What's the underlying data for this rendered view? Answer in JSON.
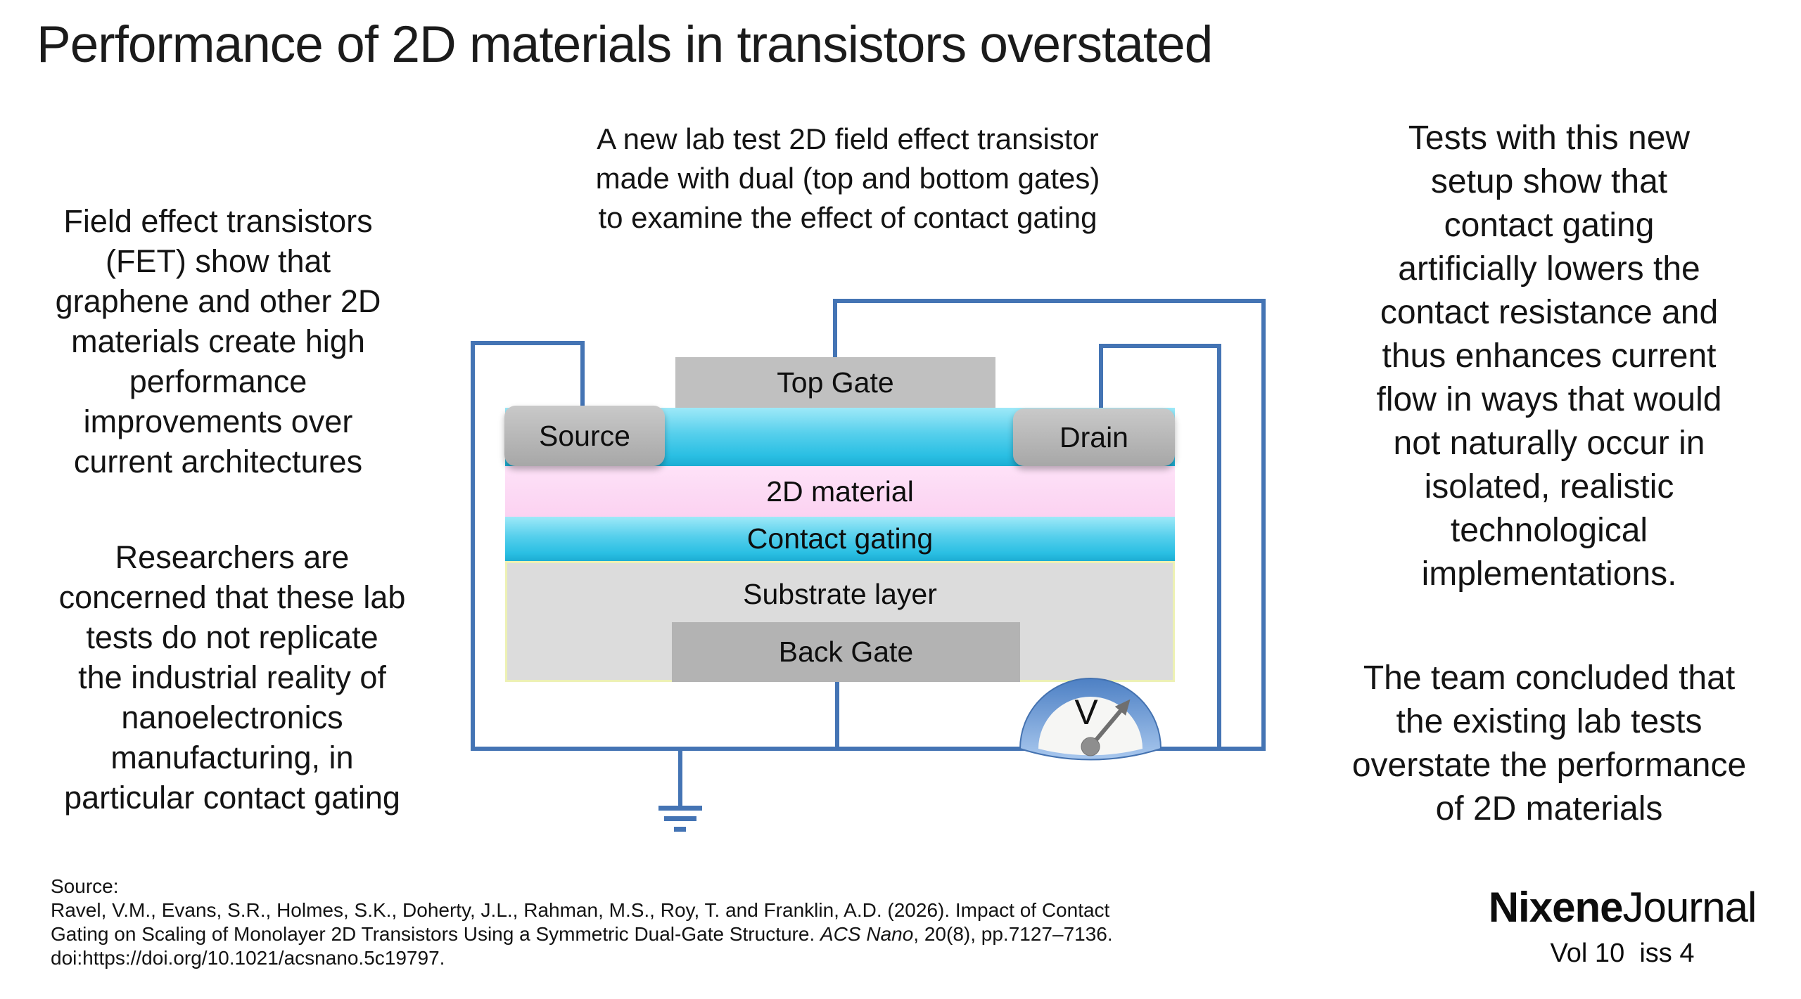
{
  "title": "Performance of 2D materials in transistors overstated",
  "left_column": {
    "para1": "Field effect transistors\n(FET) show that\ngraphene and other 2D\nmaterials create high\nperformance\nimprovements over\ncurrent architectures",
    "para2": "Researchers are\nconcerned that these lab\ntests do not replicate\nthe industrial reality of\nnanoelectronics\nmanufacturing, in\nparticular contact gating"
  },
  "center_caption": "A new lab test 2D field effect transistor\nmade with dual (top and bottom gates)\nto examine the effect of contact gating",
  "right_column": {
    "para1": "Tests with this new\nsetup show that\ncontact gating\nartificially lowers the\ncontact resistance and\nthus enhances current\nflow in ways that would\nnot naturally occur in\nisolated, realistic\ntechnological\nimplementations.",
    "para2": "The team concluded that\nthe existing lab tests\noverstate the performance\nof 2D materials"
  },
  "diagram": {
    "top_gate": "Top Gate",
    "source": "Source",
    "drain": "Drain",
    "layer_2d": "2D material",
    "contact_gating": "Contact gating",
    "substrate": "Substrate layer",
    "back_gate": "Back Gate",
    "voltmeter_label": "V",
    "colors": {
      "wire_blue": "#4474b4",
      "layer_cyan": "#2abfe3",
      "layer_pink": "#fbd2f1",
      "substrate_gray": "#dcdcdc",
      "substrate_border": "#edf1b4",
      "gate_gray": "#c0c0c0",
      "pad_gray": "#b3b3b3",
      "voltmeter_ring_blue": "#4d80c4",
      "background": "#ffffff"
    }
  },
  "footer": {
    "source_label": "Source:",
    "citation_line1": "Ravel, V.M., Evans, S.R., Holmes, S.K., Doherty, J.L., Rahman, M.S., Roy, T. and Franklin, A.D. (2026). Impact of Contact",
    "citation_line2_text": "Gating on Scaling of Monolayer 2D Transistors Using a Symmetric Dual-Gate Structure. ",
    "citation_line2_journal": "ACS Nano",
    "citation_line2_tail": ", 20(8), pp.7127–7136.",
    "citation_line3": "doi:https://doi.org/10.1021/acsnano.5c19797.",
    "brand_bold": "Nixene",
    "brand_regular": "Journal",
    "issue": "Vol 10  iss 4"
  }
}
